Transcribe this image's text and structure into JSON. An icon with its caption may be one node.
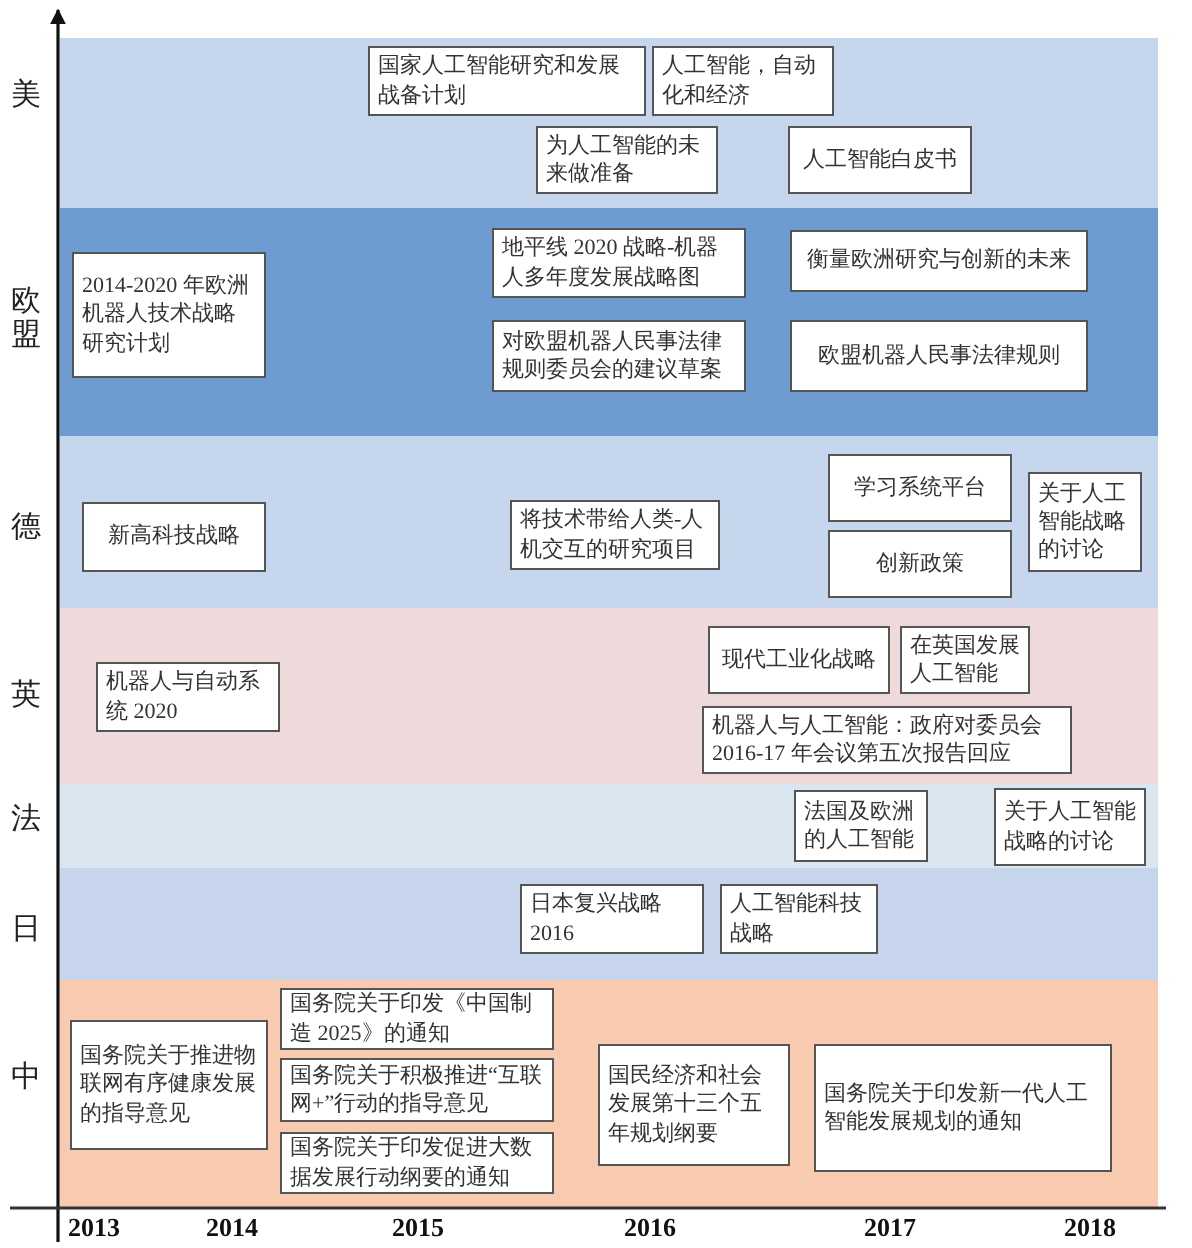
{
  "diagram": {
    "nodes": [
      {
        "text": [
          "美"
        ]
      },
      {
        "text": [
          "国家人工智能研究和发展战备计划"
        ],
        "in": 0
      },
      {
        "text": [
          "人工智能，自动化和经济"
        ],
        "in": 0
      },
      {
        "text": [
          "为人工智能的未来做准备"
        ],
        "in": 0
      },
      {
        "text": [
          "人工智能白皮书"
        ],
        "in": 0
      },
      {
        "text": [
          "欧盟"
        ]
      },
      {
        "text": [
          "2014-2020 年欧洲机器人技术战略研究计划"
        ],
        "in": 5
      },
      {
        "text": [
          "地平线 2020 战略-机器人多年度发展战略图"
        ],
        "in": 5
      },
      {
        "text": [
          "衡量欧洲研究与创新的未来"
        ],
        "in": 5
      },
      {
        "text": [
          "对欧盟机器人民事法律规则委员会的建议草案"
        ],
        "in": 5
      },
      {
        "text": [
          "欧盟机器人民事法律规则"
        ],
        "in": 5
      },
      {
        "text": [
          "德"
        ]
      },
      {
        "text": [
          "新高科技战略"
        ],
        "in": 11
      },
      {
        "text": [
          "将技术带给人类-人机交互的研究项目"
        ],
        "in": 11
      },
      {
        "text": [
          "学习系统平台"
        ],
        "in": 11
      },
      {
        "text": [
          "创新政策"
        ],
        "in": 11
      },
      {
        "text": [
          "关于人工智能战略的讨论"
        ],
        "in": 11
      },
      {
        "text": [
          "英"
        ]
      },
      {
        "text": [
          "机器人与自动系统 2020"
        ],
        "in": 17
      },
      {
        "text": [
          "现代工业化战略"
        ],
        "in": 17
      },
      {
        "text": [
          "在英国发展人工智能"
        ],
        "in": 17
      },
      {
        "text": [
          "机器人与人工智能：政府对委员会2016-17 年会议第五次报告回应"
        ],
        "in": 17
      },
      {
        "text": [
          "法"
        ]
      },
      {
        "text": [
          "法国及欧洲的人工智能"
        ],
        "in": 22
      },
      {
        "text": [
          "关于人工智能战略的讨论"
        ],
        "in": 22
      },
      {
        "text": [
          "日"
        ]
      },
      {
        "text": [
          "日本复兴战略2016"
        ],
        "in": 25
      },
      {
        "text": [
          "人工智能科技战略"
        ],
        "in": 25
      },
      {
        "text": [
          "中"
        ]
      },
      {
        "text": [
          "国务院关于推进物联网有序健康发展的指导意见"
        ],
        "in": 28
      },
      {
        "text": [
          "国务院关于印发《中国制造 2025》的通知"
        ],
        "in": 28
      },
      {
        "text": [
          "国务院关于积极推进“互联网+”行动的指导意见"
        ],
        "in": 28
      },
      {
        "text": [
          "国务院关于印发促进大数据发展行动纲要的通知"
        ],
        "in": 28
      },
      {
        "text": [
          "国民经济和社会发展第十三个五年规划纲要"
        ],
        "in": 28
      },
      {
        "text": [
          "国务院关于印发新一代人工智能发展规划的通知"
        ],
        "in": 28
      }
    ],
    "labels": [
      "2013",
      "2014",
      "2015",
      "2016",
      "2017",
      "2018"
    ]
  }
}
